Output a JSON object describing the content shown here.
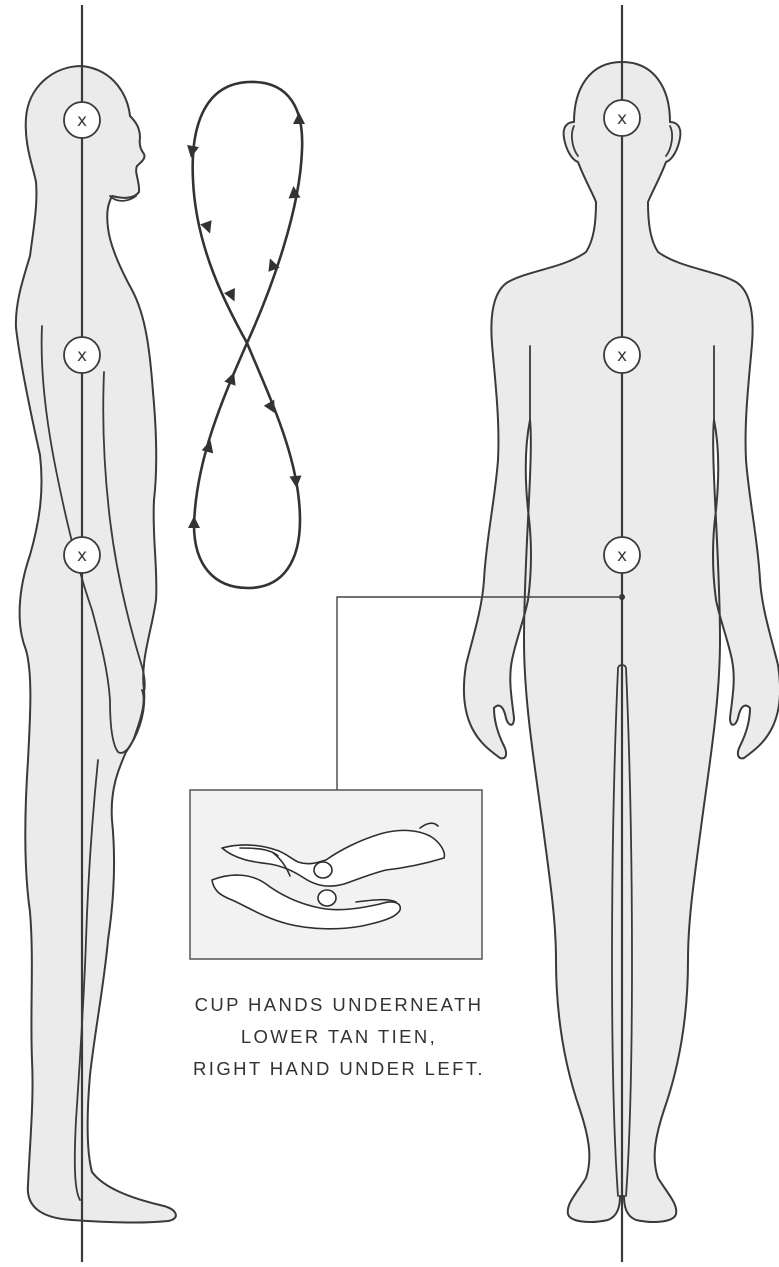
{
  "markers": {
    "symbol": "x"
  },
  "caption": {
    "line1": "CUP HANDS UNDERNEATH",
    "line2": "LOWER TAN TIEN,",
    "line3": "RIGHT HAND UNDER LEFT."
  },
  "colors": {
    "body_fill": "#ebebeb",
    "outline": "#3a3a3a",
    "inset_background": "#f2f2f2"
  },
  "icons": {
    "flow_path": "figure-eight-arrow-loop",
    "hands": "cupped-hands-illustration"
  }
}
